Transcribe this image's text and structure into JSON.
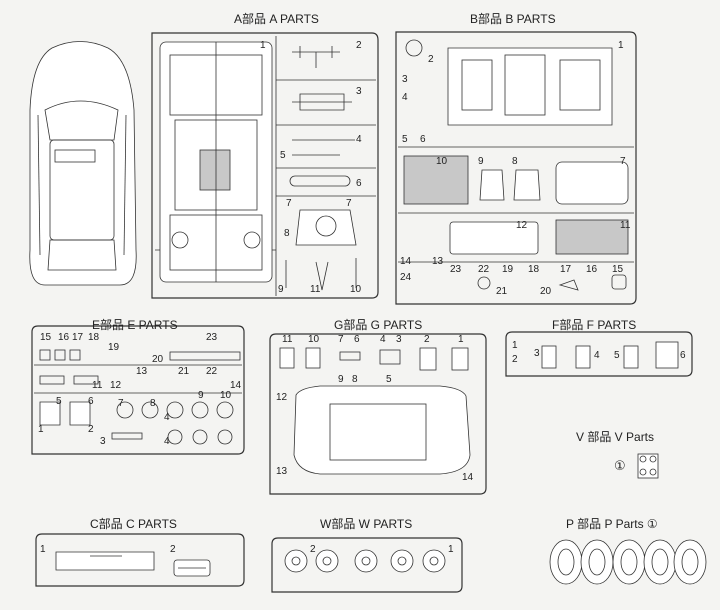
{
  "sprues": {
    "A": {
      "title": "A部品  A PARTS",
      "nums": [
        "1",
        "2",
        "3",
        "4",
        "5",
        "6",
        "7",
        "7",
        "8",
        "9",
        "11",
        "10"
      ]
    },
    "B": {
      "title": "B部品  B PARTS",
      "nums": [
        "1",
        "2",
        "3",
        "4",
        "5",
        "6",
        "10",
        "9",
        "8",
        "7",
        "12",
        "11",
        "14",
        "13",
        "24",
        "23",
        "22",
        "19",
        "18",
        "17",
        "16",
        "15",
        "21",
        "20"
      ]
    },
    "E": {
      "title": "E部品  E PARTS",
      "nums": [
        "15",
        "16",
        "17",
        "18",
        "23",
        "19",
        "20",
        "21",
        "22",
        "13",
        "11",
        "12",
        "14",
        "5",
        "6",
        "7",
        "8",
        "9",
        "10",
        "4",
        "1",
        "2",
        "3",
        "4"
      ]
    },
    "G": {
      "title": "G部品  G PARTS",
      "nums": [
        "11",
        "10",
        "7",
        "6",
        "4",
        "3",
        "2",
        "1",
        "9",
        "8",
        "5",
        "12",
        "13",
        "14"
      ]
    },
    "F": {
      "title": "F部品  F PARTS",
      "nums": [
        "1",
        "2",
        "3",
        "4",
        "5",
        "6"
      ]
    },
    "V": {
      "title": "V 部品  V Parts",
      "nums": [
        "①"
      ]
    },
    "C": {
      "title": "C部品  C PARTS",
      "nums": [
        "1",
        "2"
      ]
    },
    "W": {
      "title": "W部品  W PARTS",
      "nums": [
        "2",
        "1"
      ]
    },
    "P": {
      "title": "P 部品  P Parts  ①"
    }
  }
}
